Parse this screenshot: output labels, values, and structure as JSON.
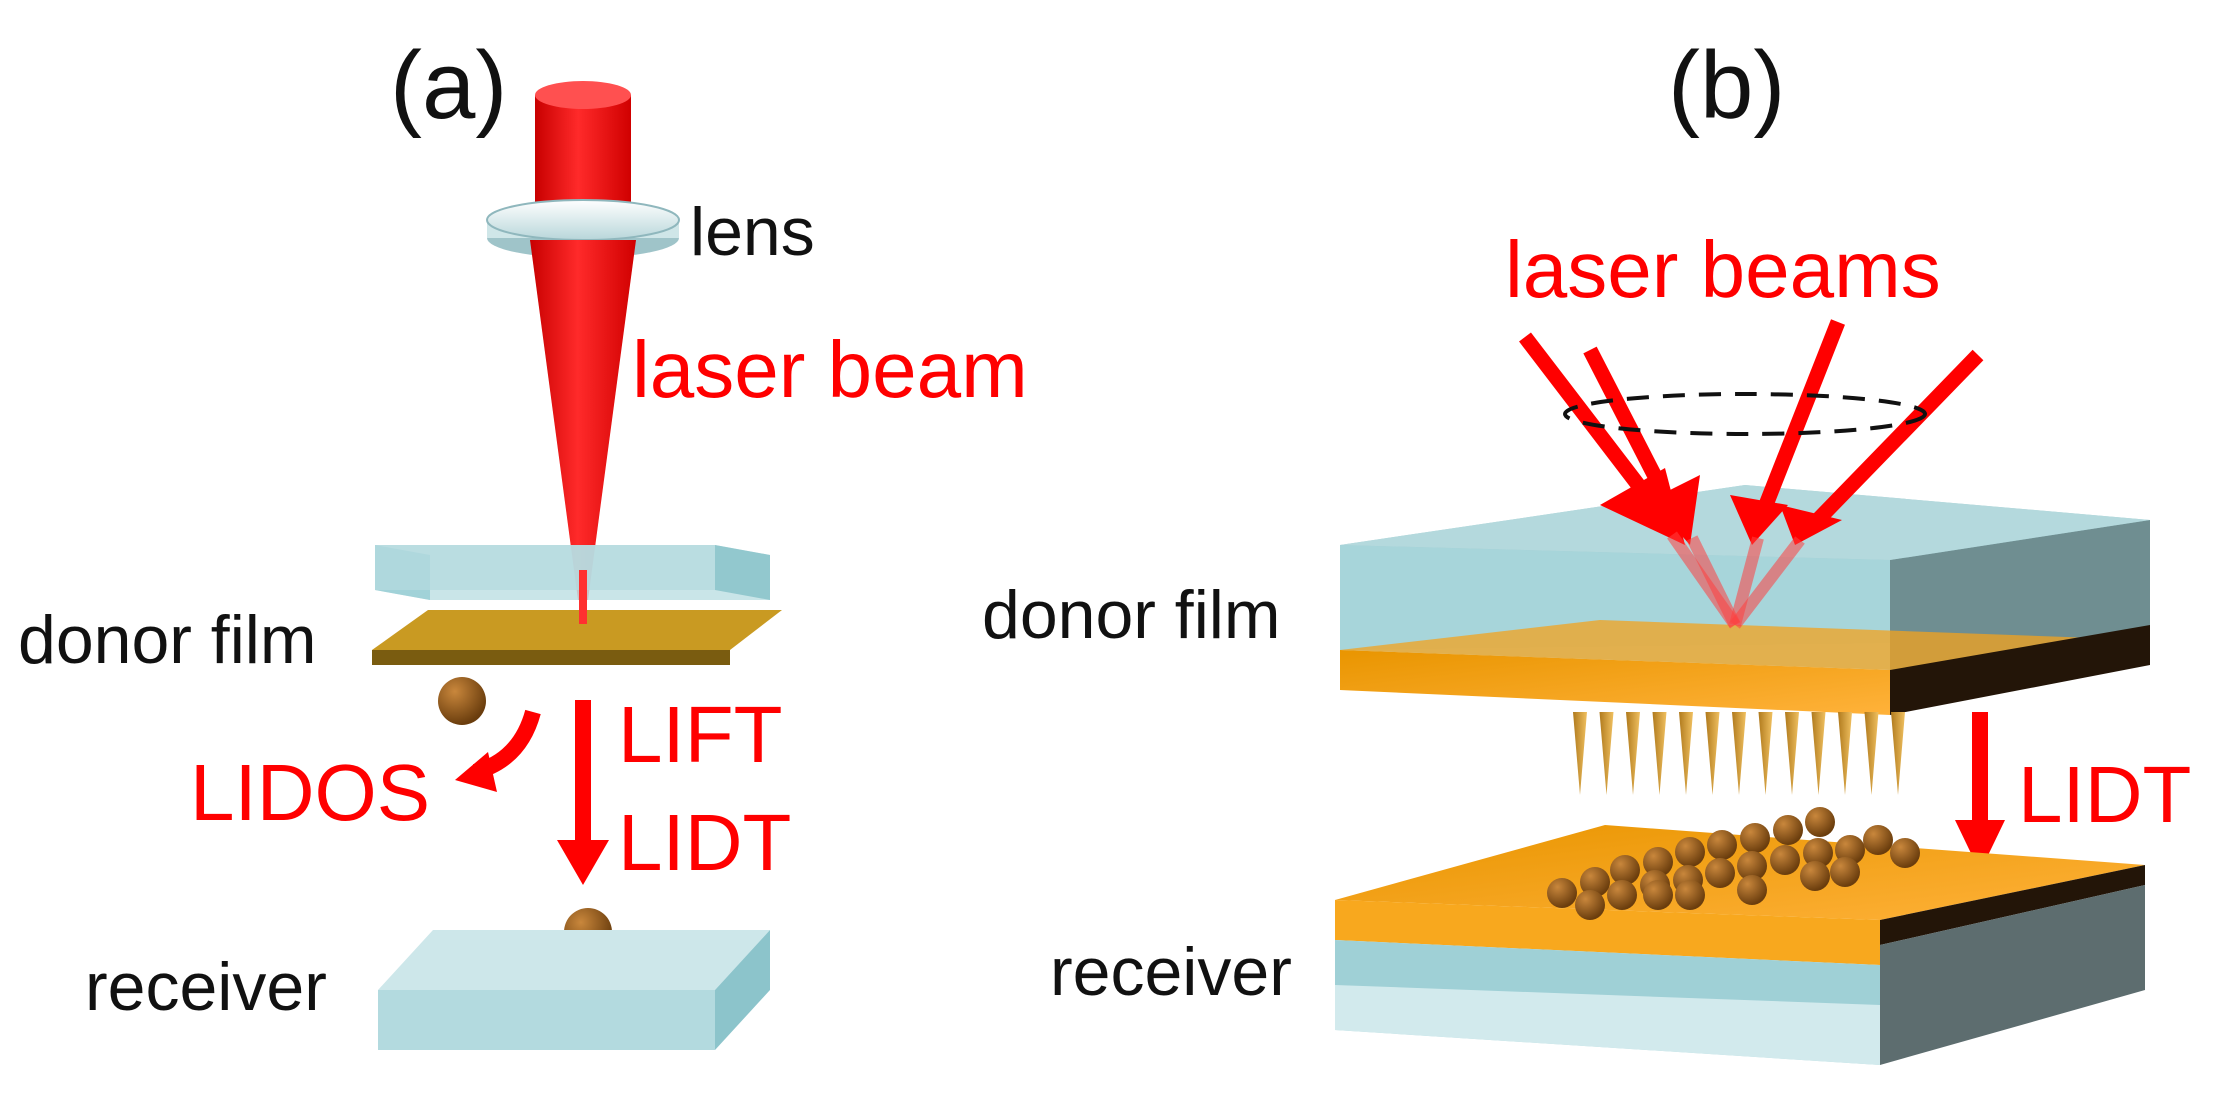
{
  "panel_a": {
    "label": "(a)",
    "lens": "lens",
    "laser_beam": "laser beam",
    "donor_film": "donor film",
    "lift": "LIFT",
    "lidt": "LIDT",
    "lidos": "LIDOS",
    "receiver": "receiver"
  },
  "panel_b": {
    "label": "(b)",
    "laser_beams": "laser beams",
    "donor_film": "donor film",
    "lidt": "LIDT",
    "receiver": "receiver"
  },
  "colors": {
    "laser": "#ff0000",
    "glass": "#a9d6dc",
    "gold_film": "#c9a227",
    "orange_film": "#f7a21e",
    "particle": "#8b5418",
    "label_text": "#111111"
  }
}
